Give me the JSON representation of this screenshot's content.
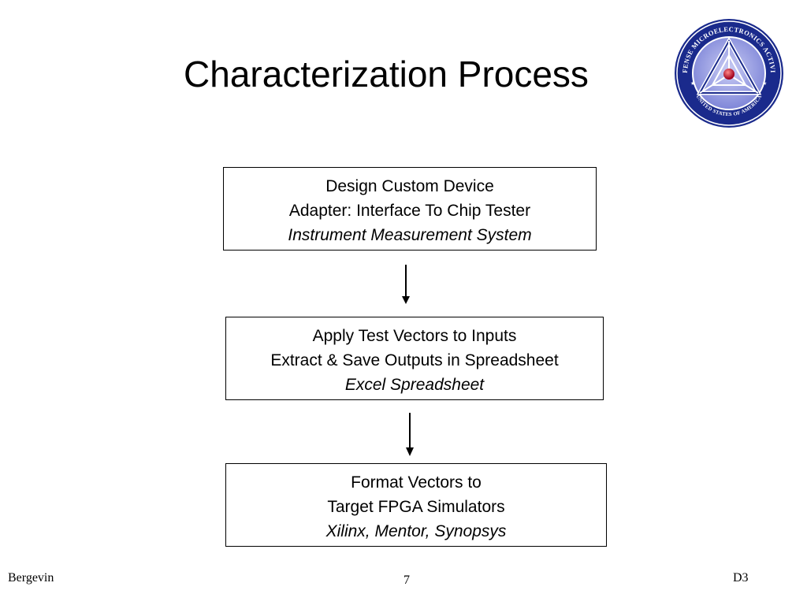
{
  "slide": {
    "title": "Characterization Process",
    "logo": {
      "icon": "defense-microelectronics-activity-seal",
      "ring_text_top": "DEFENSE MICROELECTRONICS ACTIVITY",
      "ring_text_bottom": "UNITED STATES OF AMERICA",
      "colors": {
        "outer": "#1a2a8c",
        "inner": "#8f95e0",
        "center": "#c8102e"
      }
    },
    "steps": [
      {
        "lines": [
          "Design Custom Device",
          "Adapter: Interface To Chip Tester"
        ],
        "italic": "Instrument Measurement System"
      },
      {
        "lines": [
          "Apply Test Vectors to Inputs",
          "Extract & Save Outputs in Spreadsheet"
        ],
        "italic": "Excel Spreadsheet"
      },
      {
        "lines": [
          "Format Vectors to",
          "Target FPGA Simulators"
        ],
        "italic": "Xilinx, Mentor, Synopsys"
      }
    ],
    "footer": {
      "author": "Bergevin",
      "page": "7",
      "code": "D3"
    }
  }
}
